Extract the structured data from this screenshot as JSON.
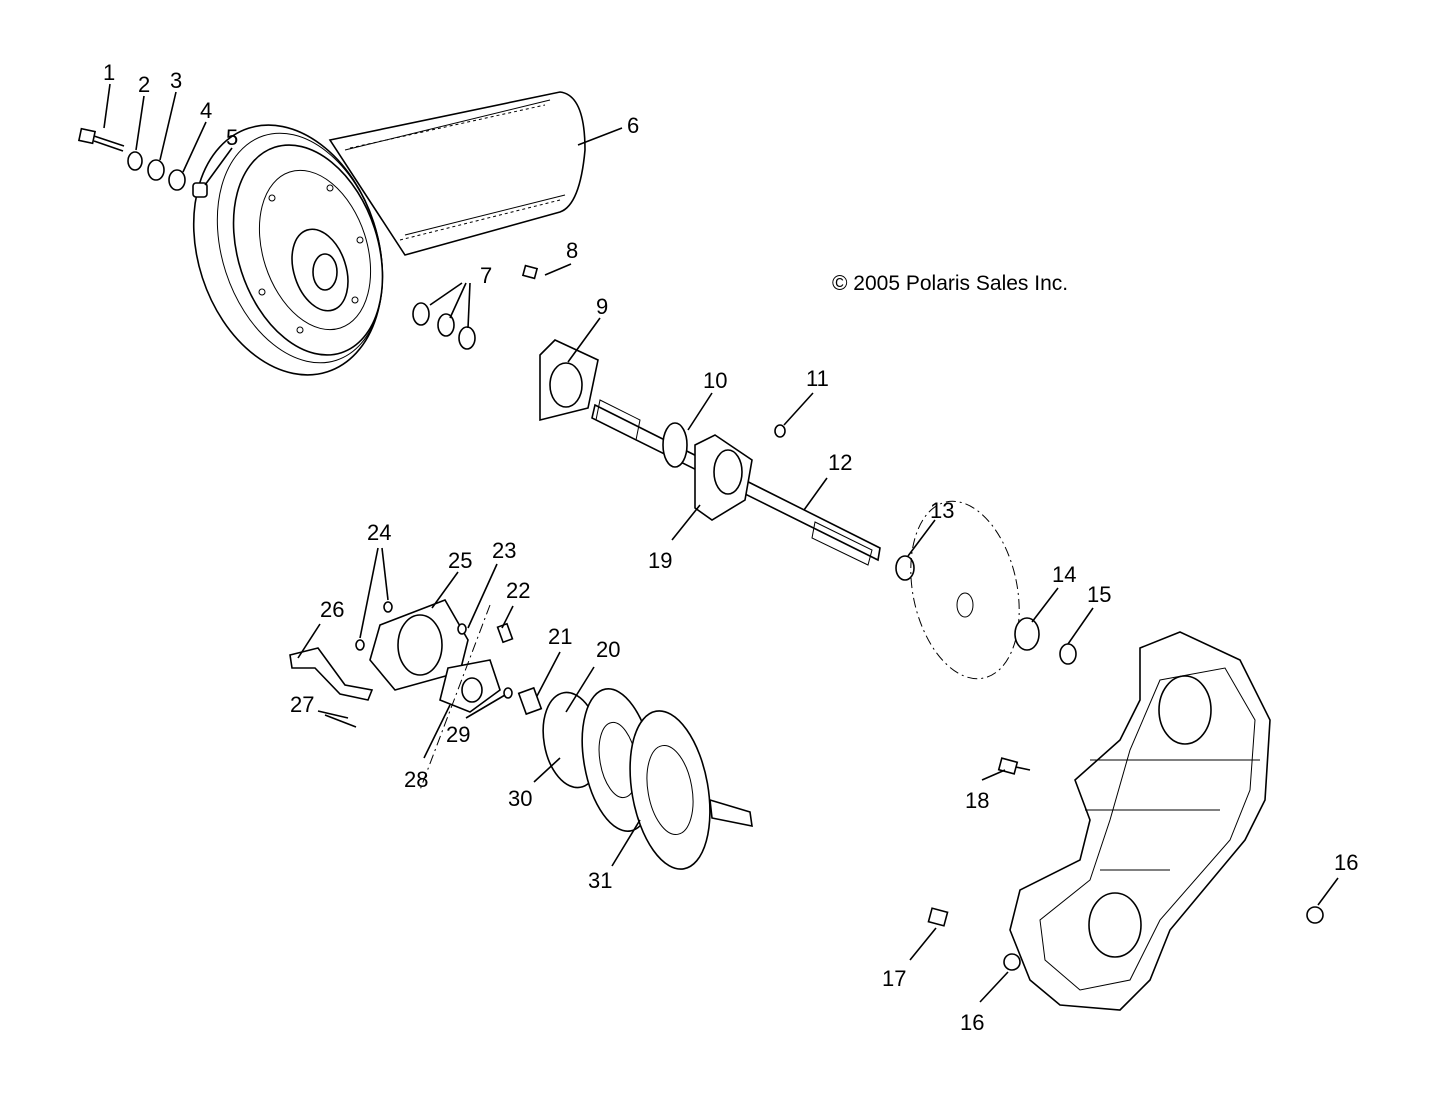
{
  "copyright": "© 2005 Polaris Sales Inc.",
  "callouts": [
    "1",
    "2",
    "3",
    "4",
    "5",
    "6",
    "7",
    "8",
    "9",
    "10",
    "11",
    "12",
    "13",
    "14",
    "15",
    "16",
    "16",
    "17",
    "18",
    "19",
    "20",
    "21",
    "22",
    "23",
    "24",
    "25",
    "26",
    "27",
    "28",
    "29",
    "30",
    "31"
  ]
}
